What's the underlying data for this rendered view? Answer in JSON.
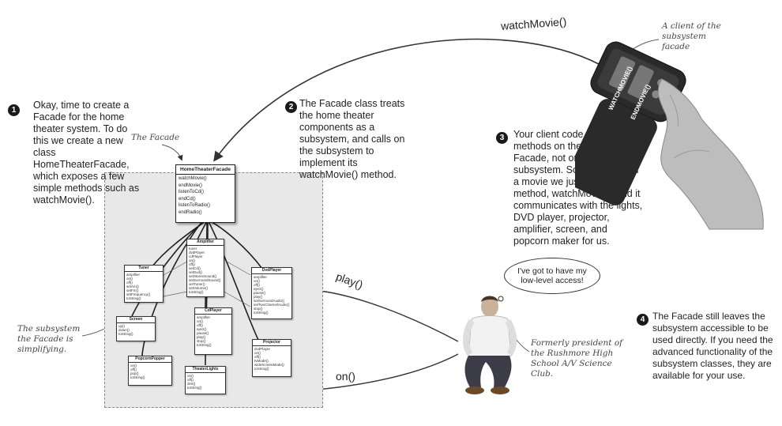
{
  "labels": {
    "watch_movie": "watchMovie()",
    "play": "play()",
    "on": "on()"
  },
  "annotations": {
    "client": "A client of the subsystem facade",
    "the_facade": "The Facade",
    "subsystem": "The subsystem the Facade is simplifying.",
    "formerly": "Formerly president of the Rushmore High School A/V Science Club."
  },
  "callouts": [
    {
      "num": "1",
      "text": "Okay, time to create a Facade for the home theater system. To do this we create a new class HomeTheaterFacade, which exposes a few simple methods such as watchMovie()."
    },
    {
      "num": "2",
      "text": "The Facade class treats the home theater components as a subsystem, and calls on the subsystem to implement its watchMovie() method."
    },
    {
      "num": "3",
      "text": "Your client code now calls methods on the home theater Facade, not on the subsystem. So now to watch a movie we just call one method, watchMovie(), and it communicates with the lights, DVD player, projector, amplifier, screen, and popcorn maker for us."
    },
    {
      "num": "4",
      "text": "The Facade still leaves the subsystem accessible to be used directly. If you need the advanced functionality of the subsystem classes, they are available for your use."
    }
  ],
  "speech_bubble": "I've got to have my low-level access!",
  "facade_class": {
    "name": "HomeTheaterFacade",
    "methods": [
      "watchMovie()",
      "endMovie()",
      "listenToCd()",
      "endCd()",
      "listenToRadio()",
      "endRadio()"
    ]
  },
  "subsystem_classes": [
    {
      "name": "Amplifier",
      "members": [
        "tuner",
        "dvdPlayer",
        "cdPlayer",
        "on()",
        "off()",
        "setCd()",
        "setDvd()",
        "setStereoSound()",
        "setSurroundSound()",
        "setTuner()",
        "setVolume()",
        "toString()"
      ]
    },
    {
      "name": "Tuner",
      "members": [
        "amplifier",
        "on()",
        "off()",
        "setAm()",
        "setFm()",
        "setFrequency()",
        "toString()"
      ]
    },
    {
      "name": "DvdPlayer",
      "members": [
        "amplifier",
        "on()",
        "off()",
        "eject()",
        "pause()",
        "play()",
        "setSurroundAudio()",
        "setTwoChannelAudio()",
        "stop()",
        "toString()"
      ]
    },
    {
      "name": "CdPlayer",
      "members": [
        "amplifier",
        "on()",
        "off()",
        "eject()",
        "pause()",
        "play()",
        "stop()",
        "toString()"
      ]
    },
    {
      "name": "Screen",
      "members": [
        "up()",
        "down()",
        "toString()"
      ]
    },
    {
      "name": "Projector",
      "members": [
        "dvdPlayer",
        "on()",
        "off()",
        "tvMode()",
        "wideScreenMode()",
        "toString()"
      ]
    },
    {
      "name": "PopcornPopper",
      "members": [
        "on()",
        "off()",
        "pop()",
        "toString()"
      ]
    },
    {
      "name": "TheaterLights",
      "members": [
        "on()",
        "off()",
        "dim()",
        "toString()"
      ]
    }
  ],
  "remote": {
    "button_text": "WATCHMOVIE()",
    "button_text_2": "ENDMOVIE()"
  }
}
